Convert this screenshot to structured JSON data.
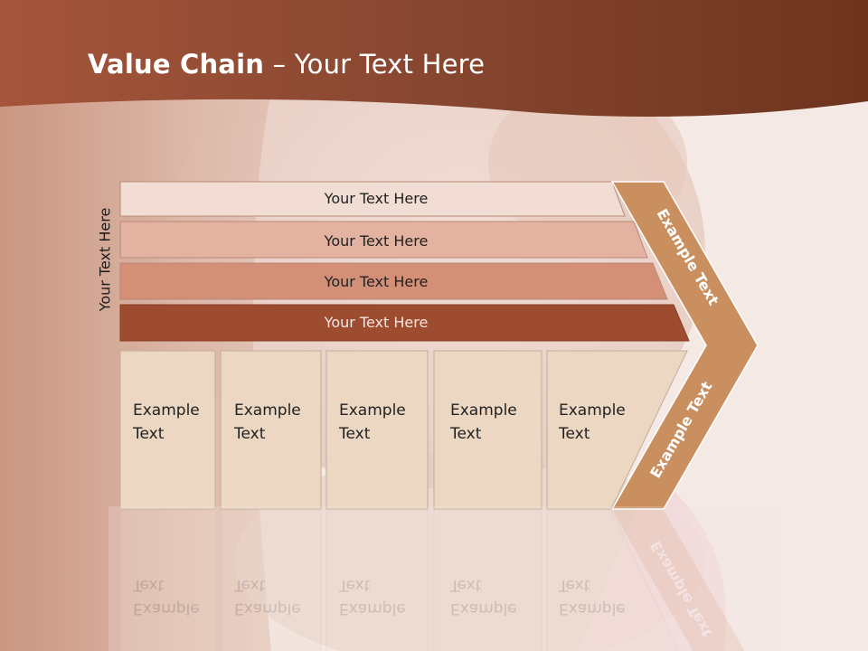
{
  "title": {
    "bold": "Value Chain",
    "rest": " – Your Text Here"
  },
  "side_label": "Your Text Here",
  "rows": [
    "Your Text Here",
    "Your Text Here",
    "Your Text Here",
    "Your Text Here"
  ],
  "boxes": [
    {
      "line1": "Example",
      "line2": "Text"
    },
    {
      "line1": "Example",
      "line2": "Text"
    },
    {
      "line1": "Example",
      "line2": "Text"
    },
    {
      "line1": "Example",
      "line2": "Text"
    },
    {
      "line1": "Example",
      "line2": "Text"
    }
  ],
  "chevron": {
    "upper": "Example Text",
    "lower": "Example Text"
  },
  "colors": {
    "header": "#7a3a22",
    "row1": "#f1ddd4",
    "row2": "#e3b2a0",
    "row3": "#d48f77",
    "row4": "#9e4c30",
    "box": "#ecd7c2",
    "chevron": "#c98f5f"
  }
}
